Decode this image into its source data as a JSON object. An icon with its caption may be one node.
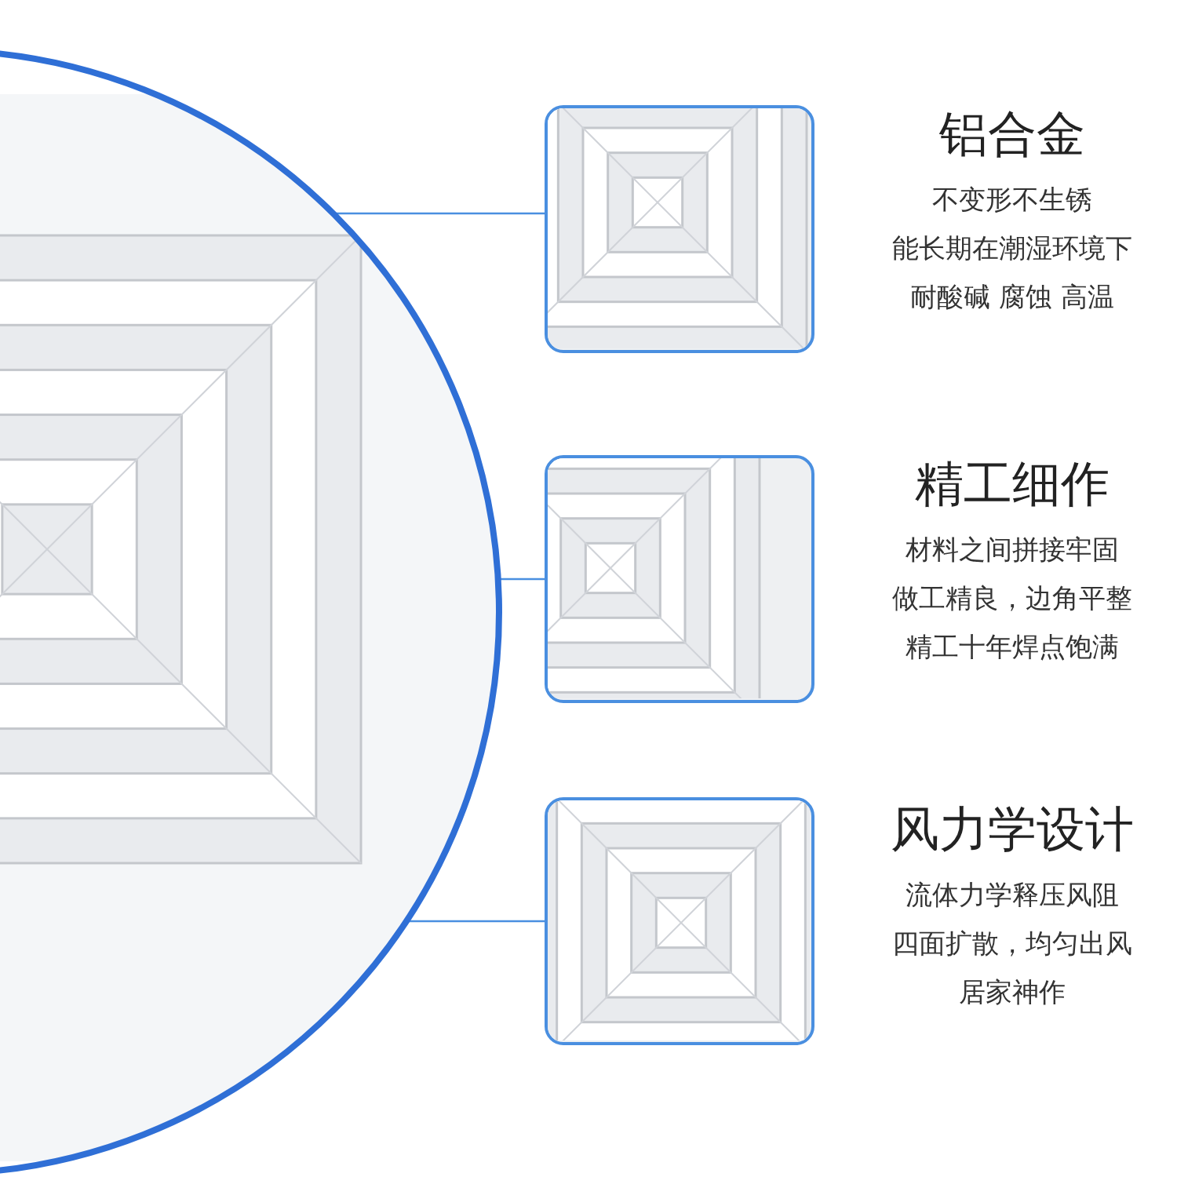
{
  "diagram": {
    "nodes": [
      {
        "text": [],
        "shape": "picture"
      },
      {
        "text": [],
        "shape": "picture",
        "beside": [
          "铝合金",
          "不变形不生锈",
          "能长期在潮湿环境下",
          "耐酸碱 腐蚀 高温"
        ]
      },
      {
        "text": [],
        "shape": "picture",
        "beside": [
          "精工细作",
          "材料之间拼接牢固",
          "做工精良，边角平整",
          "精工十年焊点饱满"
        ]
      },
      {
        "text": [],
        "shape": "picture",
        "beside": [
          "风力学设计",
          "流体力学释压风阻",
          "四面扩散，均匀出风",
          "居家神作"
        ]
      }
    ],
    "edges": [
      {
        "from": 0,
        "to": 1,
        "arrow": "none"
      },
      {
        "from": 0,
        "to": 2,
        "arrow": "none"
      },
      {
        "from": 0,
        "to": 3,
        "arrow": "none"
      }
    ]
  }
}
